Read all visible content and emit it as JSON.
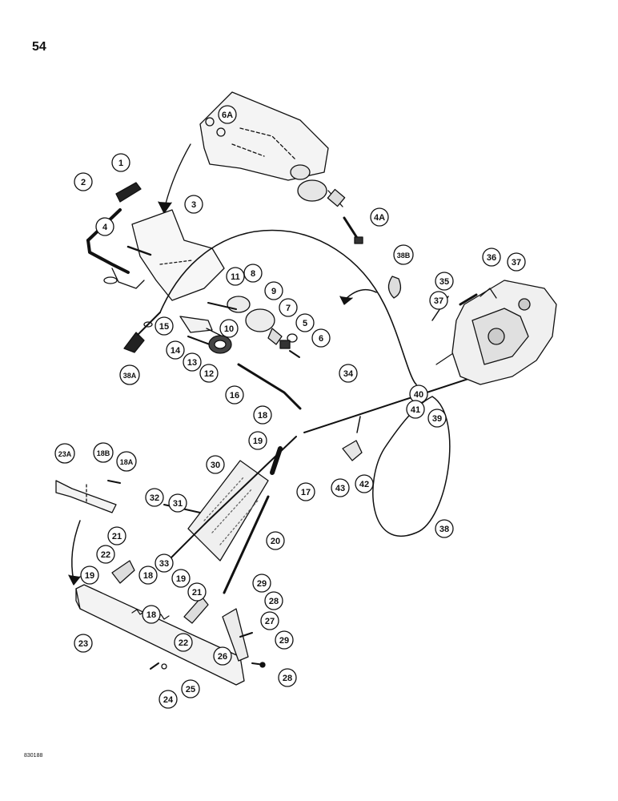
{
  "page": {
    "number": "54",
    "ref_code": "830188"
  },
  "callouts": [
    "1",
    "2",
    "3",
    "4",
    "4A",
    "5",
    "6",
    "6A",
    "7",
    "8",
    "9",
    "10",
    "11",
    "12",
    "13",
    "14",
    "15",
    "16",
    "17",
    "18",
    "18A",
    "18B",
    "19",
    "20",
    "21",
    "22",
    "23",
    "23A",
    "24",
    "25",
    "26",
    "27",
    "28",
    "29",
    "30",
    "31",
    "32",
    "33",
    "34",
    "35",
    "36",
    "37",
    "38",
    "38A",
    "38B",
    "39",
    "40",
    "41",
    "42",
    "43"
  ],
  "callout_list": [
    {
      "label": "1"
    },
    {
      "label": "2"
    },
    {
      "label": "3"
    },
    {
      "label": "4"
    },
    {
      "label": "6A"
    },
    {
      "label": "4A"
    },
    {
      "label": "38B"
    },
    {
      "label": "36"
    },
    {
      "label": "37"
    },
    {
      "label": "35"
    },
    {
      "label": "37"
    },
    {
      "label": "8"
    },
    {
      "label": "11"
    },
    {
      "label": "9"
    },
    {
      "label": "7"
    },
    {
      "label": "5"
    },
    {
      "label": "6"
    },
    {
      "label": "15"
    },
    {
      "label": "10"
    },
    {
      "label": "14"
    },
    {
      "label": "13"
    },
    {
      "label": "12"
    },
    {
      "label": "38A"
    },
    {
      "label": "16"
    },
    {
      "label": "34"
    },
    {
      "label": "40"
    },
    {
      "label": "41"
    },
    {
      "label": "39"
    },
    {
      "label": "18"
    },
    {
      "label": "19"
    },
    {
      "label": "23A"
    },
    {
      "label": "18B"
    },
    {
      "label": "18A"
    },
    {
      "label": "30"
    },
    {
      "label": "17"
    },
    {
      "label": "43"
    },
    {
      "label": "42"
    },
    {
      "label": "32"
    },
    {
      "label": "31"
    },
    {
      "label": "38"
    },
    {
      "label": "20"
    },
    {
      "label": "21"
    },
    {
      "label": "22"
    },
    {
      "label": "33"
    },
    {
      "label": "18"
    },
    {
      "label": "19"
    },
    {
      "label": "19"
    },
    {
      "label": "21"
    },
    {
      "label": "29"
    },
    {
      "label": "28"
    },
    {
      "label": "18"
    },
    {
      "label": "27"
    },
    {
      "label": "23"
    },
    {
      "label": "22"
    },
    {
      "label": "26"
    },
    {
      "label": "29"
    },
    {
      "label": "25"
    },
    {
      "label": "28"
    },
    {
      "label": "24"
    }
  ],
  "colors": {
    "ink": "#111111",
    "paper": "#ffffff",
    "shade": "#bdbdbd",
    "dark": "#2a2a2a"
  }
}
